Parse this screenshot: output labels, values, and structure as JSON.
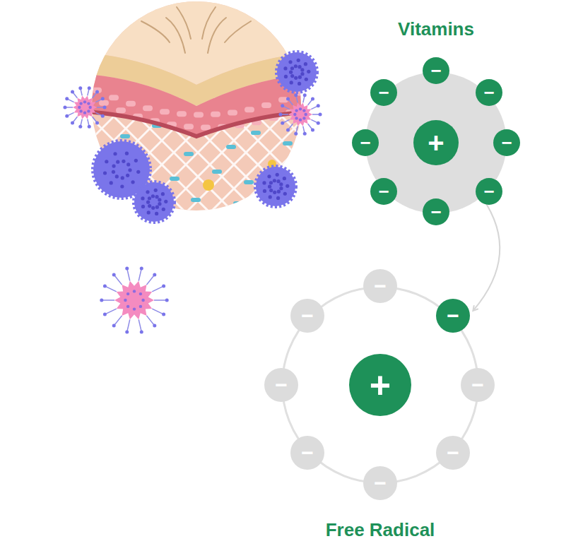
{
  "diagram": {
    "nodes": [
      {
        "text": [
          "Vitamins"
        ]
      },
      {
        "text": [
          "+"
        ],
        "in": 0
      },
      {
        "text": [
          "−"
        ],
        "in": 0
      },
      {
        "text": [
          "−"
        ],
        "in": 0
      },
      {
        "text": [
          "−"
        ],
        "in": 0
      },
      {
        "text": [
          "−"
        ],
        "in": 0
      },
      {
        "text": [
          "−"
        ],
        "in": 0
      },
      {
        "text": [
          "−"
        ],
        "in": 0
      },
      {
        "text": [
          "−"
        ],
        "in": 0
      },
      {
        "text": [
          "−"
        ],
        "in": 0
      },
      {
        "text": [
          "Free Radical"
        ]
      },
      {
        "text": [
          "+"
        ],
        "in": 10
      },
      {
        "text": [
          "−"
        ],
        "in": 10
      },
      {
        "text": [
          "−"
        ],
        "in": 10
      },
      {
        "text": [
          "−"
        ],
        "in": 10
      },
      {
        "text": [
          "−"
        ],
        "in": 10
      },
      {
        "text": [
          "−"
        ],
        "in": 10
      },
      {
        "text": [
          "−"
        ],
        "in": 10
      },
      {
        "text": [
          "−"
        ],
        "in": 10
      },
      {
        "text": [
          "−"
        ],
        "in": 10
      }
    ],
    "edges": [
      {
        "from": 0,
        "to": 13,
        "arrow": "to"
      }
    ]
  }
}
